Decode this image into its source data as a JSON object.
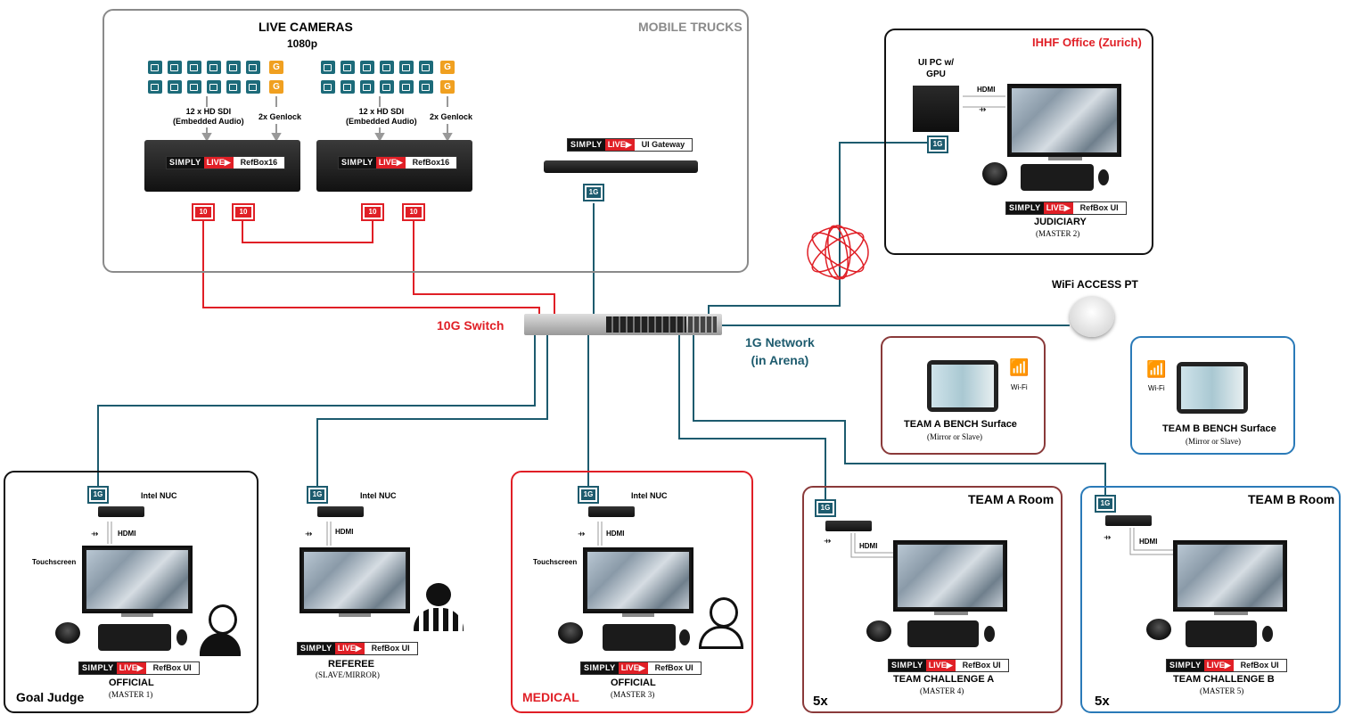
{
  "mobile_trucks": {
    "title": "MOBILE TRUCKS",
    "cameras_title": "LIVE CAMERAS",
    "cameras_format": "1080p",
    "sdi_label_1": "12 x HD SDI",
    "sdi_label_2": "(Embedded Audio)",
    "genlock_label": "2x Genlock",
    "genlock_glyph": "G",
    "refbox_label": "RefBox16",
    "port_10g": "10"
  },
  "brand": {
    "simply": "SIMPLY",
    "live": "LIVE▶"
  },
  "gateway": {
    "label": "UI Gateway",
    "port": "1G"
  },
  "switch": {
    "label": "10G Switch"
  },
  "network": {
    "line1": "1G Network",
    "line2": "(in Arena)"
  },
  "wifi_ap": {
    "label": "WiFi ACCESS PT"
  },
  "ihhf": {
    "title": "IHHF Office (Zurich)",
    "pc_label_1": "UI PC w/",
    "pc_label_2": "GPU",
    "hdmi": "HDMI",
    "port": "1G",
    "ui_label": "RefBox UI",
    "role": "JUDICIARY",
    "sub": "(MASTER 2)"
  },
  "team_a_bench": {
    "wifi": "Wi-Fi",
    "title": "TEAM A BENCH Surface",
    "sub": "(Mirror or Slave)"
  },
  "team_b_bench": {
    "wifi": "Wi-Fi",
    "title": "TEAM B BENCH Surface",
    "sub": "(Mirror or Slave)"
  },
  "goal_judge": {
    "port": "1G",
    "nuc": "Intel NUC",
    "hdmi": "HDMI",
    "touch": "Touchscreen",
    "ui_label": "RefBox UI",
    "role": "OFFICIAL",
    "sub": "(MASTER 1)",
    "title": "Goal Judge"
  },
  "referee": {
    "port": "1G",
    "nuc": "Intel NUC",
    "hdmi": "HDMI",
    "ui_label": "RefBox UI",
    "role": "REFEREE",
    "sub": "(SLAVE/MIRROR)"
  },
  "medical": {
    "port": "1G",
    "nuc": "Intel NUC",
    "hdmi": "HDMI",
    "touch": "Touchscreen",
    "ui_label": "RefBox UI",
    "role": "OFFICIAL",
    "sub": "(MASTER 3)",
    "title": "MEDICAL"
  },
  "team_a_room": {
    "title": "TEAM A Room",
    "port": "1G",
    "hdmi": "HDMI",
    "ui_label": "RefBox UI",
    "role": "TEAM CHALLENGE A",
    "sub": "(MASTER 4)",
    "count": "5x"
  },
  "team_b_room": {
    "title": "TEAM B Room",
    "port": "1G",
    "hdmi": "HDMI",
    "ui_label": "RefBox UI",
    "role": "TEAM CHALLENGE B",
    "sub": "(MASTER 5)",
    "count": "5x"
  },
  "colors": {
    "red": "#e01f26",
    "teal": "#1d5b6e",
    "orange": "#f0a020",
    "brown": "#8a3a3a",
    "blue": "#2a7ab8"
  }
}
